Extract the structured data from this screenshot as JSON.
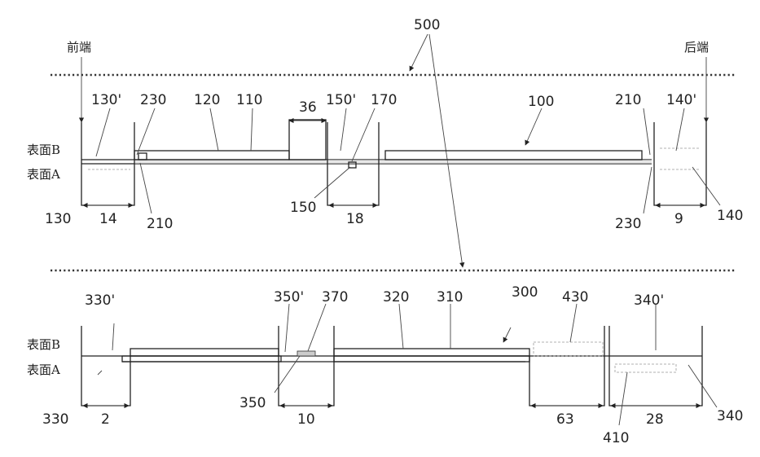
{
  "labels": {
    "front": "前端",
    "rear": "后端",
    "ref500": "500",
    "surfaceB": "表面B",
    "surfaceA": "表面A"
  },
  "top": {
    "r130p": "130'",
    "r230a": "230",
    "r120": "120",
    "r110": "110",
    "d36": "36",
    "r150p": "150'",
    "r170": "170",
    "r100": "100",
    "r210a": "210",
    "r140p": "140'",
    "r130": "130",
    "d14": "14",
    "r210b": "210",
    "r150": "150",
    "d18": "18",
    "r230b": "230",
    "d9": "9",
    "r140": "140"
  },
  "bottom": {
    "r330p": "330'",
    "r350p": "350'",
    "r370": "370",
    "r320": "320",
    "r310": "310",
    "r300": "300",
    "r430": "430",
    "r340p": "340'",
    "r330": "330",
    "d2": "2",
    "r350": "350",
    "d10": "10",
    "d63": "63",
    "r410": "410",
    "d28": "28",
    "r340": "340"
  }
}
